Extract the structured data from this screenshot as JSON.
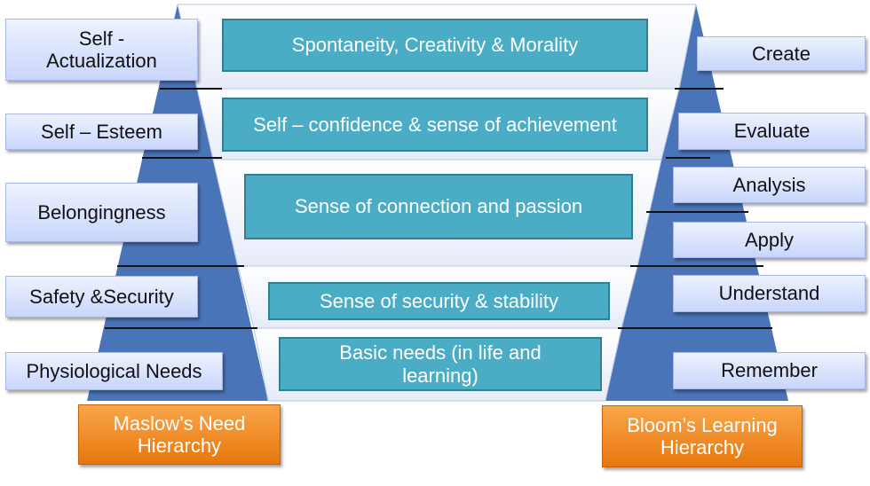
{
  "colors": {
    "pyramid_fill": "#4a74b8",
    "center_box": "#4bacc6",
    "side_box": "#dbe4fd",
    "legend_box": "#f28e2b"
  },
  "maslow": {
    "levels": [
      "Self -\nActualization",
      "Self – Esteem",
      "Belongingness",
      "Safety &Security",
      "Physiological Needs"
    ],
    "caption": "Maslow’s Need\nHierarchy"
  },
  "bloom": {
    "levels": [
      "Create",
      "Evaluate",
      "Analysis",
      "Apply",
      "Understand",
      "Remember"
    ],
    "caption": "Bloom’s Learning\nHierarchy"
  },
  "center": {
    "items": [
      "Spontaneity, Creativity  & Morality",
      "Self – confidence & sense of achievement",
      "Sense of connection and passion",
      "Sense of security & stability",
      "Basic needs (in life and\nlearning)"
    ]
  }
}
